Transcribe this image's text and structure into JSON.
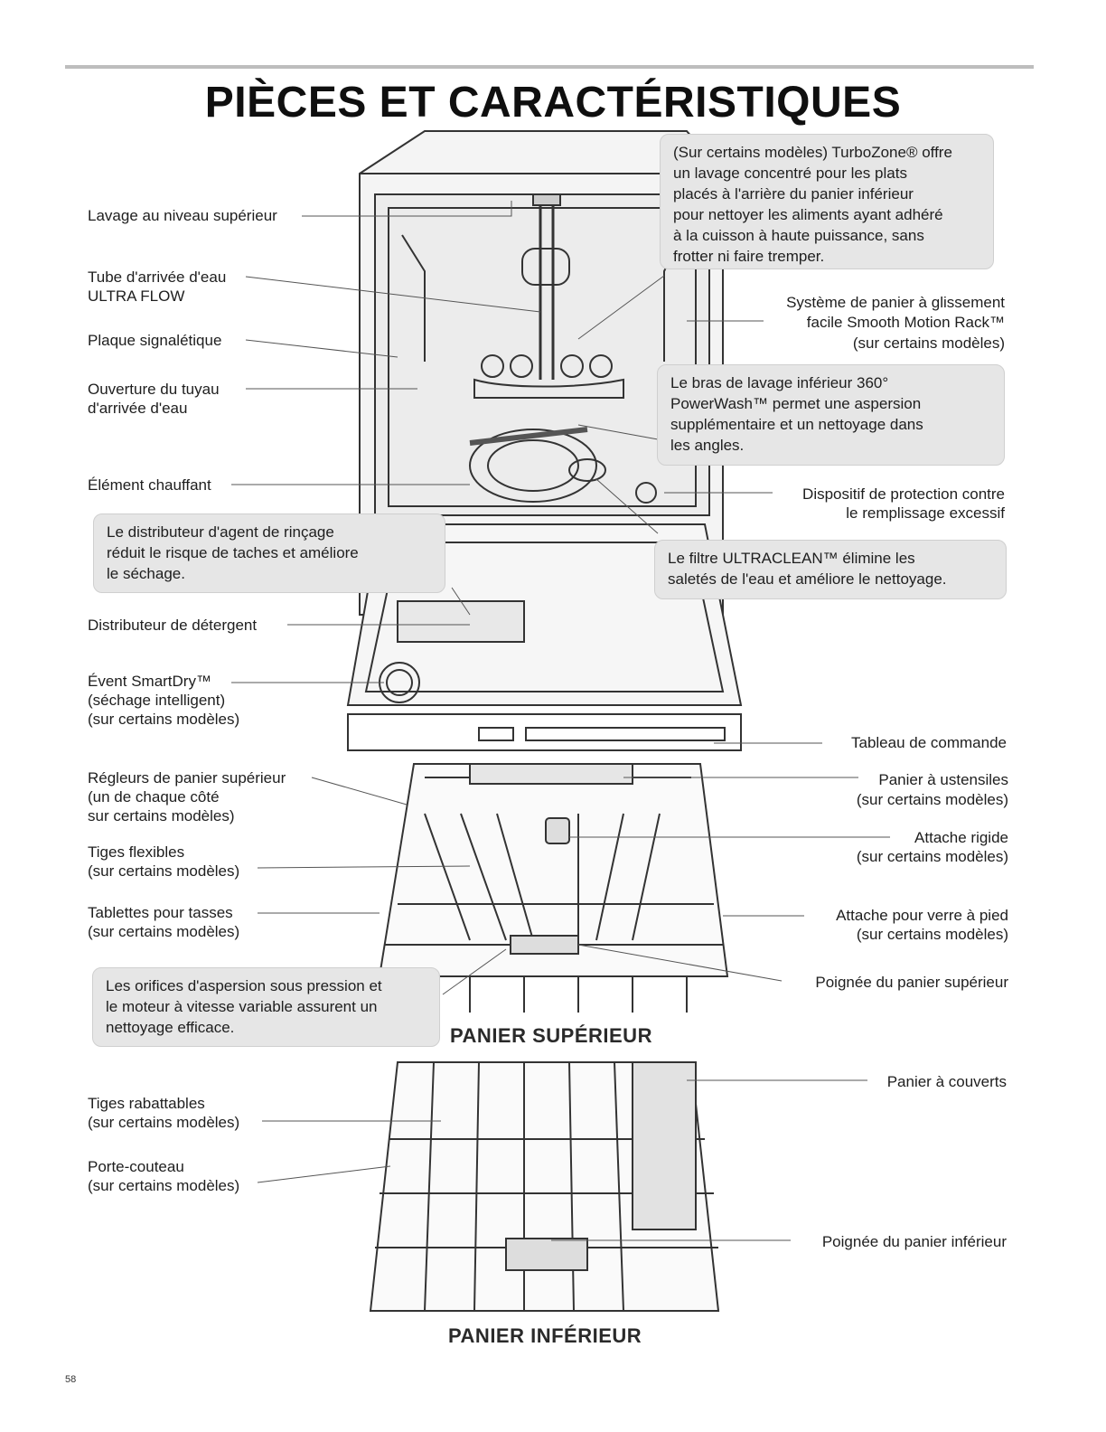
{
  "page_title": "PIÈCES ET CARACTÉRISTIQUES",
  "page_number": "58",
  "left_labels": {
    "lavage_superieur": "Lavage au niveau supérieur",
    "tube_line1": "Tube d'arrivée d'eau",
    "tube_line2": "ULTRA FLOW",
    "plaque": "Plaque signalétique",
    "ouverture_line1": "Ouverture du tuyau",
    "ouverture_line2": "d'arrivée d'eau",
    "element": "Élément chauffant",
    "distributeur_det": "Distributeur de détergent",
    "event_line1": "Évent SmartDry™",
    "event_line2": "(séchage intelligent)",
    "event_line3": "(sur certains modèles)",
    "regleurs_line1": "Régleurs de panier supérieur",
    "regleurs_line2": "(un de chaque côté",
    "regleurs_line3": "sur certains modèles)",
    "tiges_flex_line1": "Tiges flexibles",
    "tiges_flex_line2": "(sur certains modèles)",
    "tablettes_line1": "Tablettes pour tasses",
    "tablettes_line2": "(sur certains modèles)",
    "tiges_rab_line1": "Tiges rabattables",
    "tiges_rab_line2": "(sur certains modèles)",
    "porte_line1": "Porte-couteau",
    "porte_line2": "(sur certains modèles)"
  },
  "right_labels": {
    "systeme_line1": "Système de panier à glissement",
    "systeme_line2": "facile Smooth Motion Rack™",
    "systeme_line3": "(sur certains modèles)",
    "dispositif_line1": "Dispositif de protection contre",
    "dispositif_line2": "le remplissage excessif",
    "tableau": "Tableau de commande",
    "ustensiles_line1": "Panier à ustensiles",
    "ustensiles_line2": "(sur certains modèles)",
    "attache_line1": "Attache rigide",
    "attache_line2": "(sur certains modèles)",
    "verre_line1": "Attache pour verre à pied",
    "verre_line2": "(sur certains modèles)",
    "poignee_sup": "Poignée du panier supérieur",
    "couverts": "Panier à couverts",
    "poignee_inf": "Poignée du panier inférieur"
  },
  "callouts": {
    "turbozone": [
      "(Sur certains modèles) TurboZone® offre",
      "un lavage concentré pour les plats",
      "placés à l'arrière du panier inférieur",
      "pour nettoyer les aliments ayant adhéré",
      "à la cuisson à haute puissance, sans",
      "frotter ni faire tremper."
    ],
    "bras": [
      "Le bras de lavage inférieur 360°",
      "PowerWash™ permet une aspersion",
      "supplémentaire et un nettoyage dans",
      "les angles."
    ],
    "rincage": [
      "Le distributeur d'agent de rinçage",
      "réduit le risque de taches et améliore",
      "le séchage."
    ],
    "filtre": [
      "Le filtre ULTRACLEAN™ élimine les",
      "saletés de l'eau et améliore le nettoyage."
    ],
    "orifices": [
      "Les orifices d'aspersion sous pression et",
      "le moteur à vitesse variable assurent un",
      "nettoyage efficace."
    ]
  },
  "rack_titles": {
    "superieur": "PANIER SUPÉRIEUR",
    "inferieur": "PANIER INFÉRIEUR"
  }
}
